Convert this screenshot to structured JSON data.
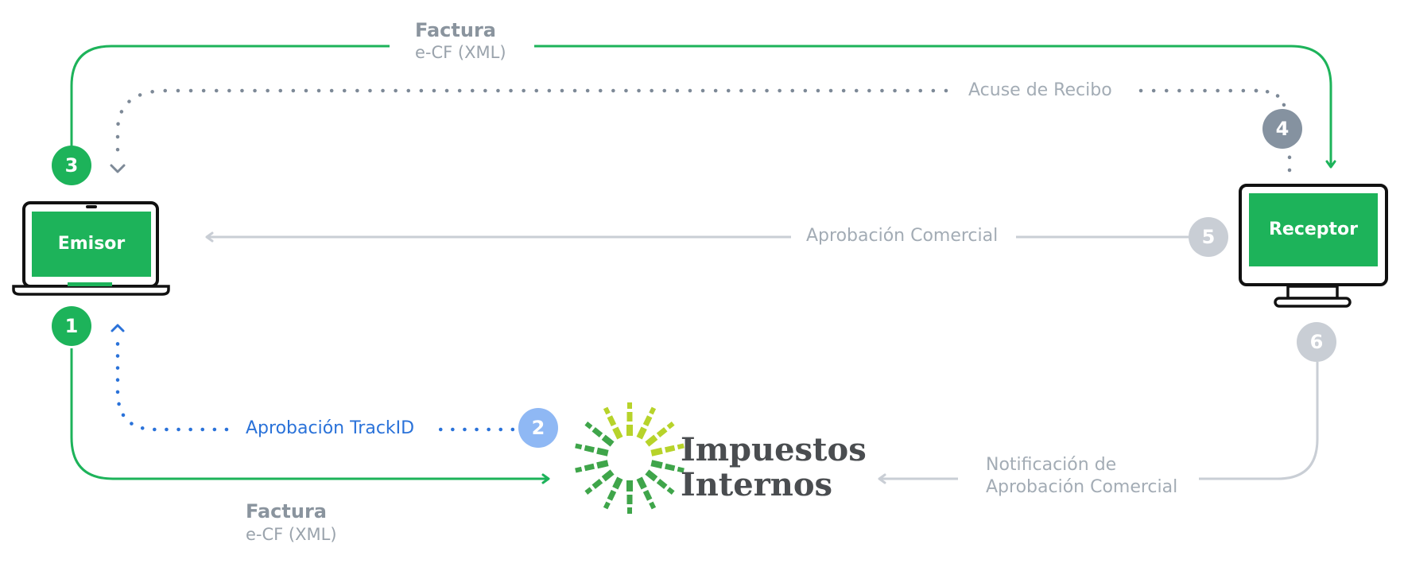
{
  "colors": {
    "green": "#1db35a",
    "slate_dots": "#7d8997",
    "light_gray": "#c9ced5",
    "blue": "#2a72d9",
    "blue_badge": "#8fb8f4",
    "logo_yellow_green": "#b7d32a",
    "logo_green": "#3fa54a"
  },
  "devices": {
    "emisor": {
      "label": "Emisor",
      "icon": "laptop-icon"
    },
    "receptor": {
      "label": "Receptor",
      "icon": "monitor-icon"
    }
  },
  "flows": {
    "top_factura": {
      "title": "Factura",
      "subtitle": "e-CF (XML)"
    },
    "acuse": {
      "label": "Acuse de Recibo"
    },
    "aprobacion_comercial": {
      "label": "Aprobación Comercial"
    },
    "trackid": {
      "label": "Aprobación TrackID"
    },
    "bottom_factura": {
      "title": "Factura",
      "subtitle": "e-CF (XML)"
    },
    "notificacion": {
      "line1": "Notificación de",
      "line2": "Aprobación Comercial"
    }
  },
  "steps": [
    "1",
    "2",
    "3",
    "4",
    "5",
    "6"
  ],
  "logo": {
    "line1": "Impuestos",
    "line2": "Internos",
    "icon": "sun-burst-logo-icon"
  }
}
